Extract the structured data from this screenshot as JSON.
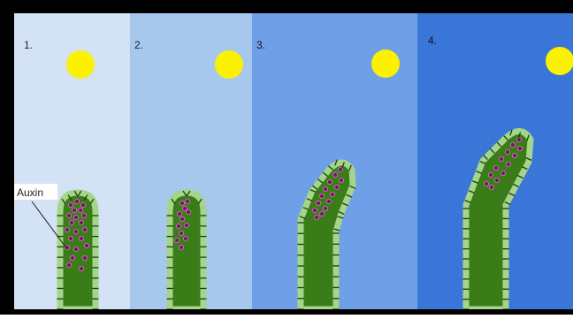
{
  "panels": [
    {
      "step": "1.",
      "bg": "#d3e2f4"
    },
    {
      "step": "2.",
      "bg": "#a6c8ec"
    },
    {
      "step": "3.",
      "bg": "#6f9fe6"
    },
    {
      "step": "4.",
      "bg": "#3a76d7"
    }
  ],
  "label": {
    "text": "Auxin"
  },
  "colors": {
    "frame": "#000000",
    "sun": "#fbf100",
    "stem_fill": "#3a7c17",
    "stem_border": "#a4d58a",
    "auxin_fill": "#6b1d58",
    "auxin_outline": "#c86cb6",
    "label_text": "#222222"
  }
}
